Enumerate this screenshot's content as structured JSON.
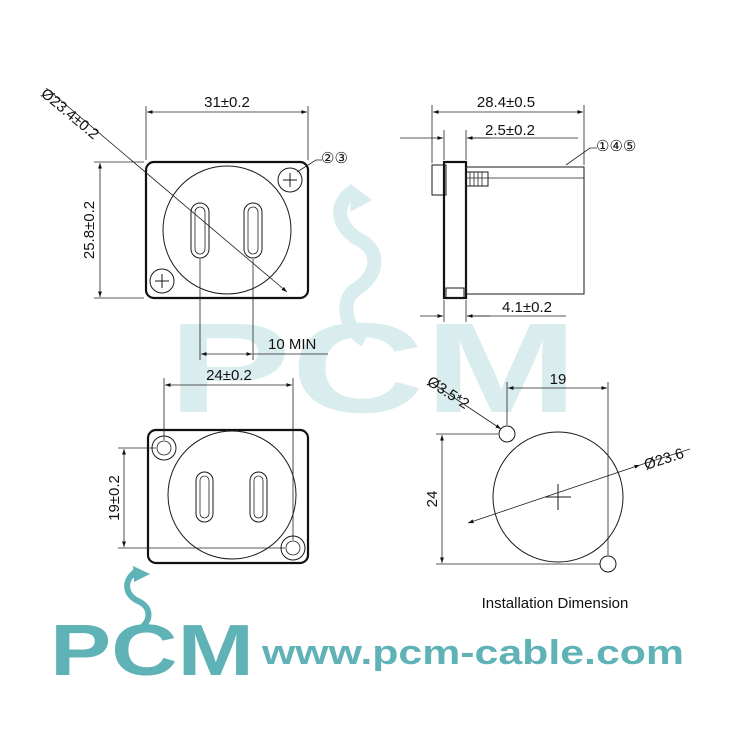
{
  "front_view": {
    "dim_diameter": "Ø23.4±0.2",
    "dim_width": "31±0.2",
    "dim_height": "25.8±0.2",
    "dim_slot_gap": "10 MIN",
    "callout": "②③"
  },
  "side_view": {
    "dim_length": "28.4±0.5",
    "dim_flange": "2.5±0.2",
    "dim_thickness": "4.1±0.2",
    "callout": "①④⑤"
  },
  "rear_view": {
    "dim_width": "24±0.2",
    "dim_height": "19±0.2"
  },
  "installation": {
    "dim_hole": "Ø3.5*2",
    "dim_width": "19",
    "dim_height": "24",
    "dim_diameter": "Ø23.6",
    "caption": "Installation Dimension"
  },
  "branding": {
    "logo_text": "PCM",
    "website": "www.pcm-cable.com",
    "accent_color": "#5fb3b7",
    "watermark_color": "#d9ecee"
  }
}
